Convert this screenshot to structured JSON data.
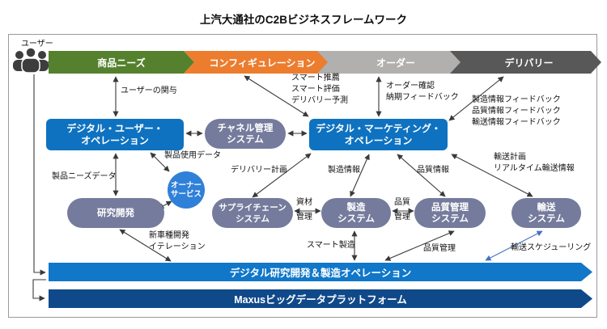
{
  "title": "上汽大通社のC2Bビジネスフレームワーク",
  "user": {
    "label": "ユーザー",
    "icon": "users-icon"
  },
  "process_arrows": [
    {
      "label": "商品ニーズ",
      "color": "#55812e"
    },
    {
      "label": "コンフィギュレーション",
      "color": "#ec7d2f"
    },
    {
      "label": "オーダー",
      "color": "#b1b0af"
    },
    {
      "label": "デリバリー",
      "color": "#585858"
    }
  ],
  "nodes": {
    "digital_user_ops": {
      "label": "デジタル・ユーザー・\nオペレーション",
      "color": "#0e72c0"
    },
    "channel_mgmt": {
      "label": "チャネル管理\nシステム",
      "color": "#757b9c"
    },
    "digital_marketing_ops": {
      "label": "デジタル・マーケティング・\nオペレーション",
      "color": "#0e72c0"
    },
    "rnd": {
      "label": "研究開発",
      "color": "#757b9c"
    },
    "owner_service": {
      "label": "オーナー\nサービス",
      "color": "#2f80d8"
    },
    "supply_chain": {
      "label": "サプライチェーン\nシステム",
      "color": "#757b9c"
    },
    "manufacturing": {
      "label": "製造\nシステム",
      "color": "#757b9c"
    },
    "quality_mgmt": {
      "label": "品質管理\nシステム",
      "color": "#757b9c"
    },
    "transport": {
      "label": "輸送\nシステム",
      "color": "#757b9c"
    }
  },
  "bottom_bars": [
    {
      "label": "デジタル研究開発＆製造オペレーション",
      "color": "#1077c9"
    },
    {
      "label": "Maxusビッグデータプラットフォーム",
      "color": "#10498a"
    }
  ],
  "edge_labels": {
    "user_engagement": "ユーザーの関与",
    "smart_stack": "スマート推薦\nスマート評価\nデリバリー予測",
    "order_stack": "オーダー確認\n納期フィードバック",
    "feedback_stack": "製造情報フィードバック\n品質情報フィードバック\n輸送情報フィードバック",
    "product_usage_data": "製品使用データ",
    "product_needs_data": "製品ニーズデータ",
    "delivery_plan": "デリバリー計画",
    "manufacturing_info": "製造情報",
    "quality_info": "品質情報",
    "transport_stack": "輸送計画\nリアルタイム輸送情報",
    "material_mgmt_upper": "資材",
    "material_mgmt_lower": "管理",
    "quality_ctrl_upper": "品質",
    "quality_ctrl_lower": "管理",
    "new_model_stack": "新車種開発\nイテレーション",
    "smart_manufacturing": "スマート製造",
    "quality_mgmt_bottom": "品質管理",
    "transport_scheduling": "輸送スケジューリング"
  },
  "colors": {
    "connector": "#3a3a3a",
    "scheduling_arrow": "#4472c4"
  }
}
